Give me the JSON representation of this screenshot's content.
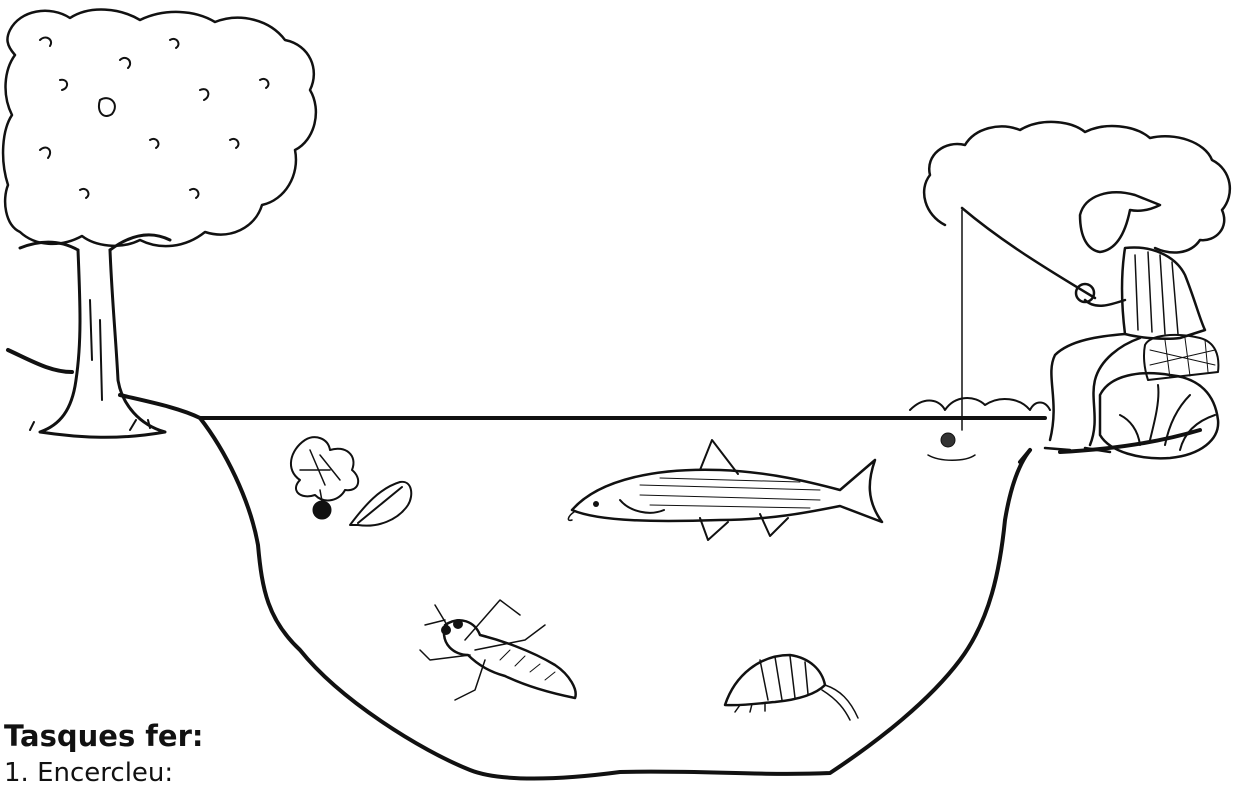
{
  "tasks": {
    "heading": "Tasques fer:",
    "items": [
      {
        "number": "1.",
        "text": "Encercleu:"
      }
    ]
  },
  "scene": {
    "icons": [
      "tree-icon",
      "fisherman-icon",
      "bank-rock-icon",
      "leaves-and-seed-icon",
      "fish-icon",
      "dragonfly-larva-icon",
      "amphipod-shrimp-icon",
      "fishing-float-icon"
    ],
    "ink_color": "#111111",
    "background_color": "#ffffff"
  }
}
